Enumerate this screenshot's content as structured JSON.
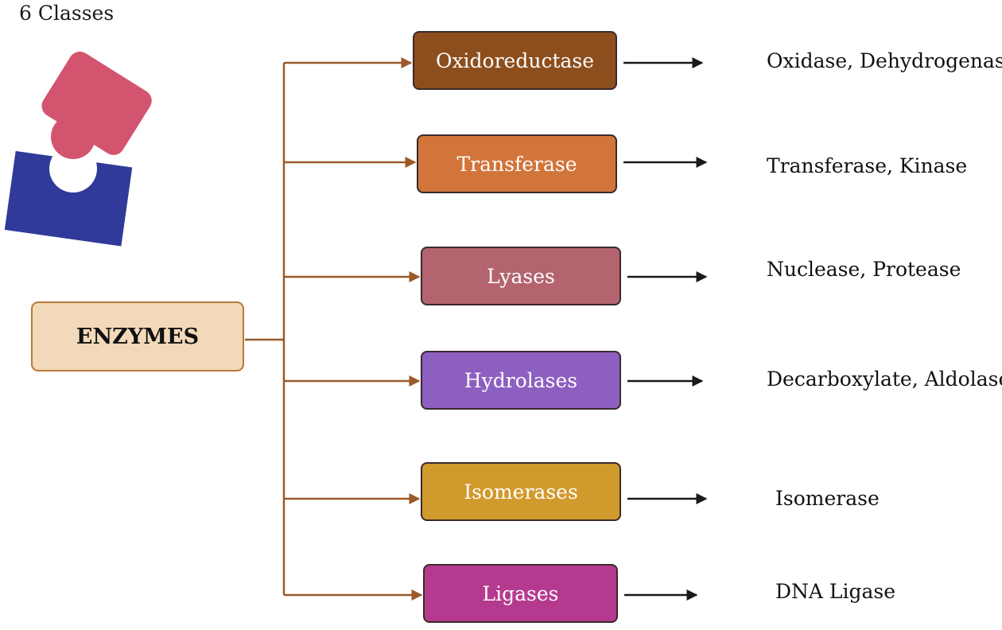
{
  "heading": "6 Classes",
  "root": {
    "label": "ENZYMES"
  },
  "classes": [
    {
      "name": "Oxidoreductase",
      "examples": "Oxidase, Dehydrogenase",
      "color": "#8c4e1d"
    },
    {
      "name": "Transferase",
      "examples": "Transferase, Kinase",
      "color": "#d2753a"
    },
    {
      "name": "Lyases",
      "examples": "Nuclease, Protease",
      "color": "#b3646f"
    },
    {
      "name": "Hydrolases",
      "examples": "Decarboxylate, Aldolase",
      "color": "#8d5fc0"
    },
    {
      "name": "Isomerases",
      "examples": "Isomerase",
      "color": "#d19a2c"
    },
    {
      "name": "Ligases",
      "examples": "DNA Ligase",
      "color": "#b53a8f"
    }
  ],
  "colors": {
    "connector": "#9a5a2a",
    "arrow": "#1a1a1a",
    "substrate": "#d3546f",
    "enzyme": "#2f3a9a"
  },
  "icon": "enzyme-substrate-icon"
}
